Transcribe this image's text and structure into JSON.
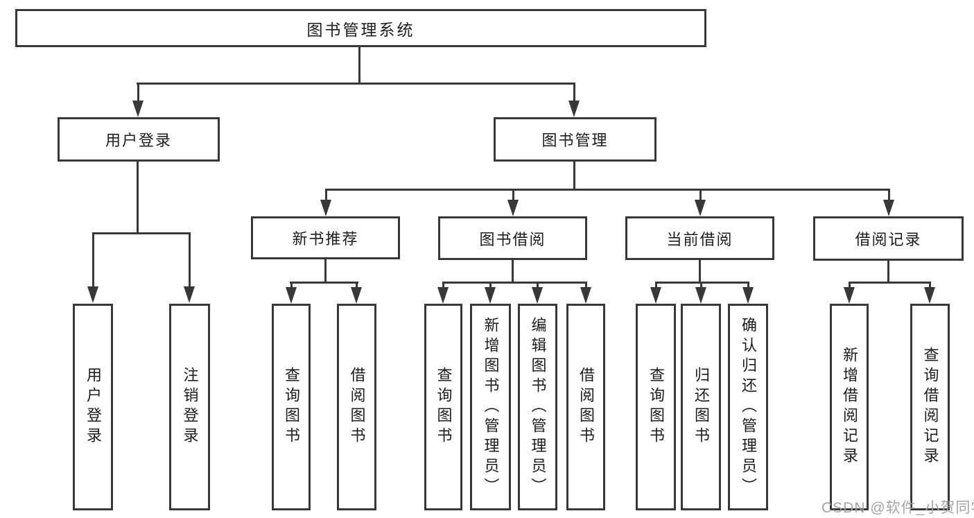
{
  "diagram_title": "图书管理系统",
  "tree": {
    "label": "图书管理系统",
    "children": [
      {
        "label": "用户登录",
        "children": [
          {
            "label": "用户登录"
          },
          {
            "label": "注销登录"
          }
        ]
      },
      {
        "label": "图书管理",
        "children": [
          {
            "label": "新书推荐",
            "children": [
              {
                "label": "查询图书"
              },
              {
                "label": "借阅图书"
              }
            ]
          },
          {
            "label": "图书借阅",
            "children": [
              {
                "label": "查询图书"
              },
              {
                "label": "新增图书（管理员）"
              },
              {
                "label": "编辑图书（管理员）"
              },
              {
                "label": "借阅图书"
              }
            ]
          },
          {
            "label": "当前借阅",
            "children": [
              {
                "label": "查询图书"
              },
              {
                "label": "归还图书"
              },
              {
                "label": "确认归还（管理员）"
              }
            ]
          },
          {
            "label": "借阅记录",
            "children": [
              {
                "label": "新增借阅记录"
              },
              {
                "label": "查询借阅记录"
              }
            ]
          }
        ]
      }
    ]
  },
  "watermark": {
    "text": "CSDN @软件_小贺同学"
  },
  "colors": {
    "background": "#ffffff",
    "line": "#383838",
    "text": "#1c1c1c",
    "watermark": "#a0a0a0"
  }
}
